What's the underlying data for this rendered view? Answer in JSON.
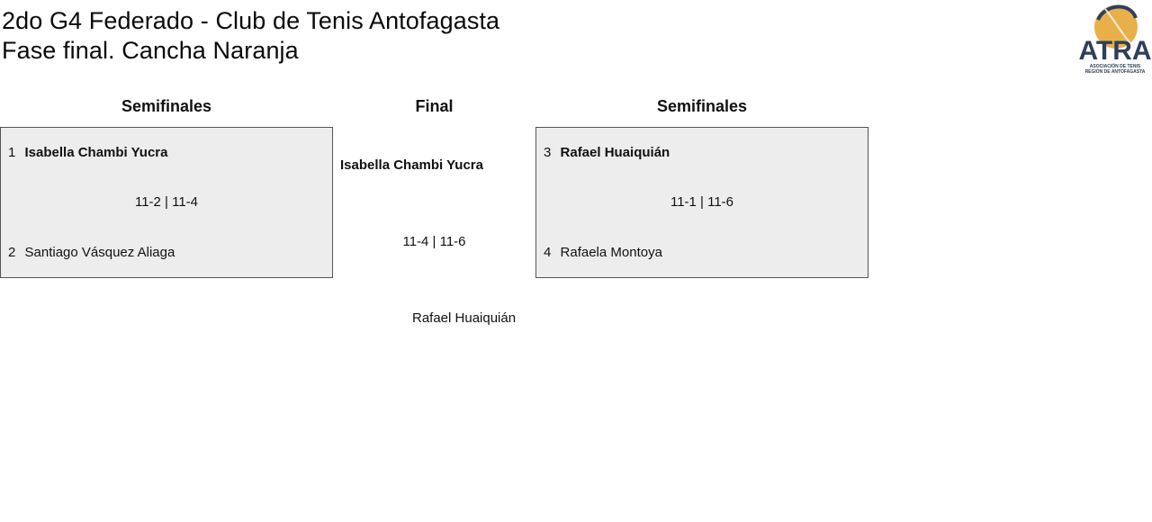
{
  "header": {
    "title_line1": "2do G4 Federado - Club de Tenis Antofagasta",
    "title_line2": "Fase final. Cancha Naranja"
  },
  "logo": {
    "text": "ATRA",
    "subtext_line1": "ASOCIACIÓN DE TENIS",
    "subtext_line2": "REGIÓN DE ANTOFAGASTA",
    "colors": {
      "navy": "#2e3f5c",
      "gold": "#e9b04a"
    }
  },
  "bracket": {
    "left_header": "Semifinales",
    "final_header": "Final",
    "right_header": "Semifinales",
    "left_match": {
      "top": {
        "seed": "1",
        "name": "Isabella Chambi Yucra",
        "winner": true
      },
      "score": "11-2 | 11-4",
      "bottom": {
        "seed": "2",
        "name": "Santiago Vásquez Aliaga",
        "winner": false
      }
    },
    "right_match": {
      "top": {
        "seed": "3",
        "name": "Rafael Huaiquián",
        "winner": true
      },
      "score": "11-1 | 11-6",
      "bottom": {
        "seed": "4",
        "name": "Rafaela Montoya",
        "winner": false
      }
    },
    "final": {
      "winner": "Isabella Chambi Yucra",
      "score": "11-4 | 11-6",
      "runner_up": "Rafael Huaiquián"
    }
  },
  "colors": {
    "match_box_bg": "#ededed",
    "match_box_border": "#555555"
  }
}
